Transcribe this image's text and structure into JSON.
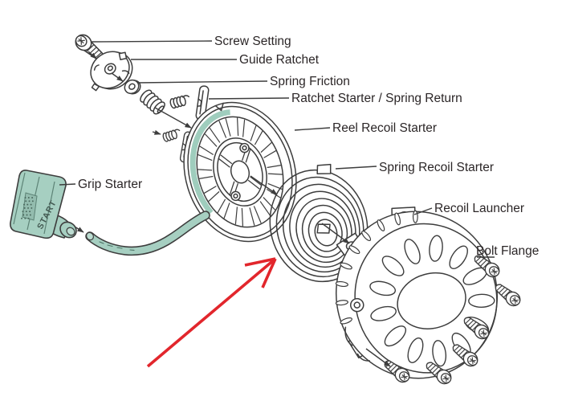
{
  "diagram": {
    "labels": {
      "screw_setting": "Screw Setting",
      "guide_ratchet": "Guide Ratchet",
      "spring_friction": "Spring Friction",
      "ratchet_starter": "Ratchet Starter / Spring Return",
      "reel_recoil_starter": "Reel Recoil Starter",
      "spring_recoil_starter": "Spring Recoil Starter",
      "recoil_launcher": "Recoil Launcher",
      "bolt_flange": "Bolt Flange",
      "grip_starter": "Grip Starter",
      "grip_text": "START"
    },
    "colors": {
      "line": "#3d3d3d",
      "text": "#2b2627",
      "rope_teal": "#a6cfc1",
      "teal_shade": "#47655a",
      "arrow_red": "#e2262c",
      "background": "#ffffff"
    }
  }
}
